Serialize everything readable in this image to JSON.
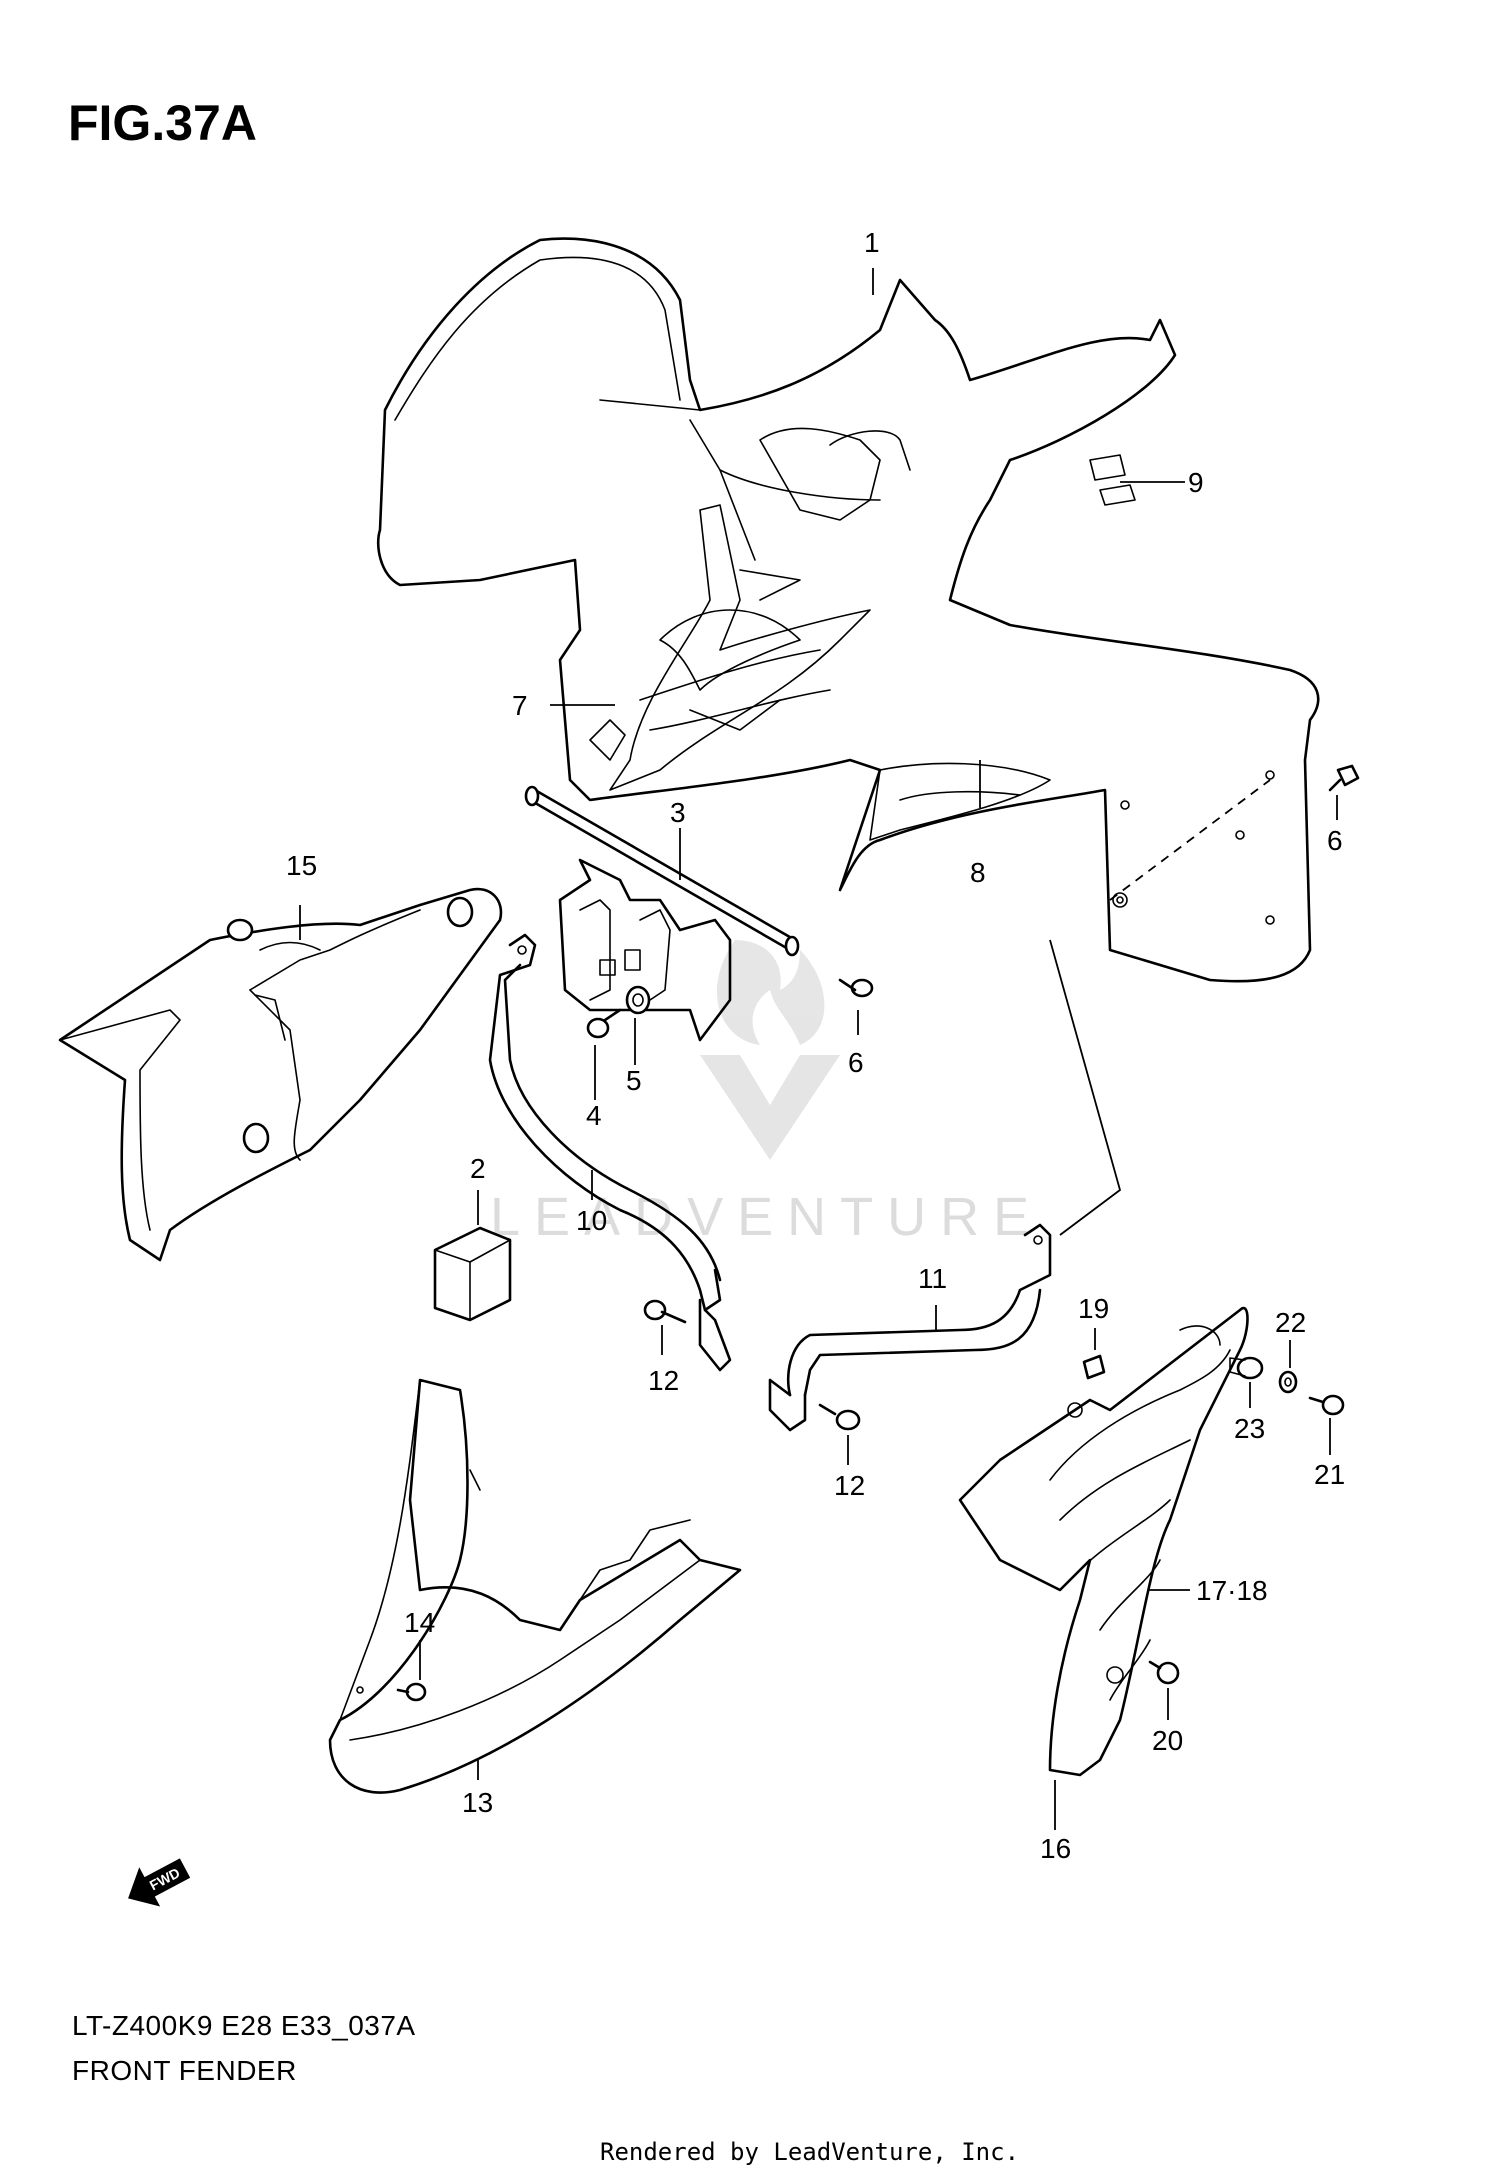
{
  "figure": {
    "title": "FIG.37A",
    "model_code": "LT-Z400K9 E28 E33_037A",
    "section_name": "FRONT FENDER",
    "footer": "Rendered by LeadVenture, Inc.",
    "watermark": "LEADVENTURE",
    "direction_marker": "FWD"
  },
  "callouts": [
    "1",
    "2",
    "3",
    "4",
    "5",
    "6",
    "6",
    "7",
    "8",
    "9",
    "10",
    "11",
    "12",
    "12",
    "13",
    "14",
    "15",
    "16",
    "17·18",
    "19",
    "20",
    "21",
    "22",
    "23"
  ],
  "colors": {
    "line": "#000000",
    "background": "#ffffff",
    "watermark": "#d9d9d9"
  }
}
